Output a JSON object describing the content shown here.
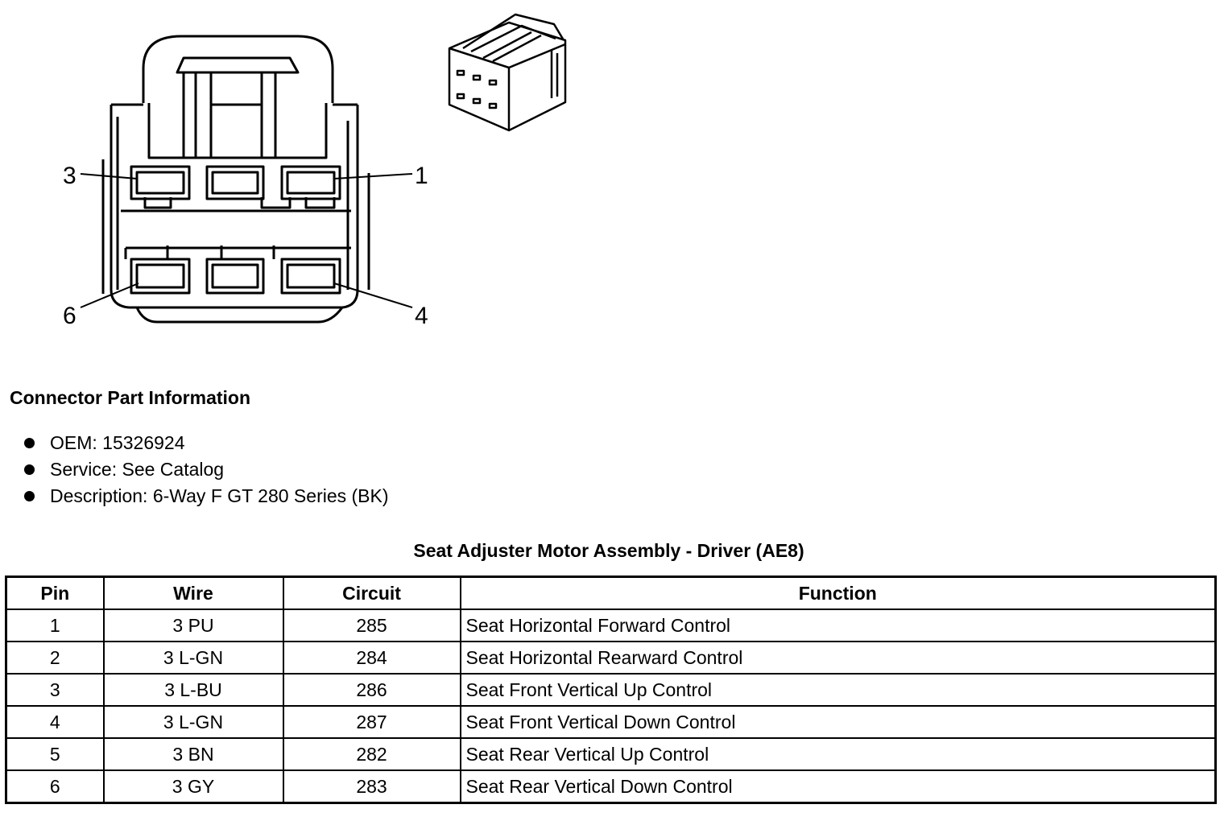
{
  "connector_diagram": {
    "pin_labels": {
      "pin_3": "3",
      "pin_1": "1",
      "pin_6": "6",
      "pin_4": "4"
    }
  },
  "part_info": {
    "title": "Connector Part Information",
    "items": [
      "OEM: 15326924",
      "Service: See Catalog",
      "Description: 6-Way F GT 280 Series (BK)"
    ]
  },
  "pin_table": {
    "caption": "Seat Adjuster Motor Assembly - Driver (AE8)",
    "headers": [
      "Pin",
      "Wire",
      "Circuit",
      "Function"
    ],
    "rows": [
      [
        "1",
        "3 PU",
        "285",
        "Seat Horizontal Forward Control"
      ],
      [
        "2",
        "3 L-GN",
        "284",
        "Seat Horizontal Rearward Control"
      ],
      [
        "3",
        "3 L-BU",
        "286",
        "Seat Front Vertical Up Control"
      ],
      [
        "4",
        "3 L-GN",
        "287",
        "Seat Front Vertical Down Control"
      ],
      [
        "5",
        "3 BN",
        "282",
        "Seat Rear Vertical Up Control"
      ],
      [
        "6",
        "3 GY",
        "283",
        "Seat Rear Vertical Down Control"
      ]
    ]
  }
}
